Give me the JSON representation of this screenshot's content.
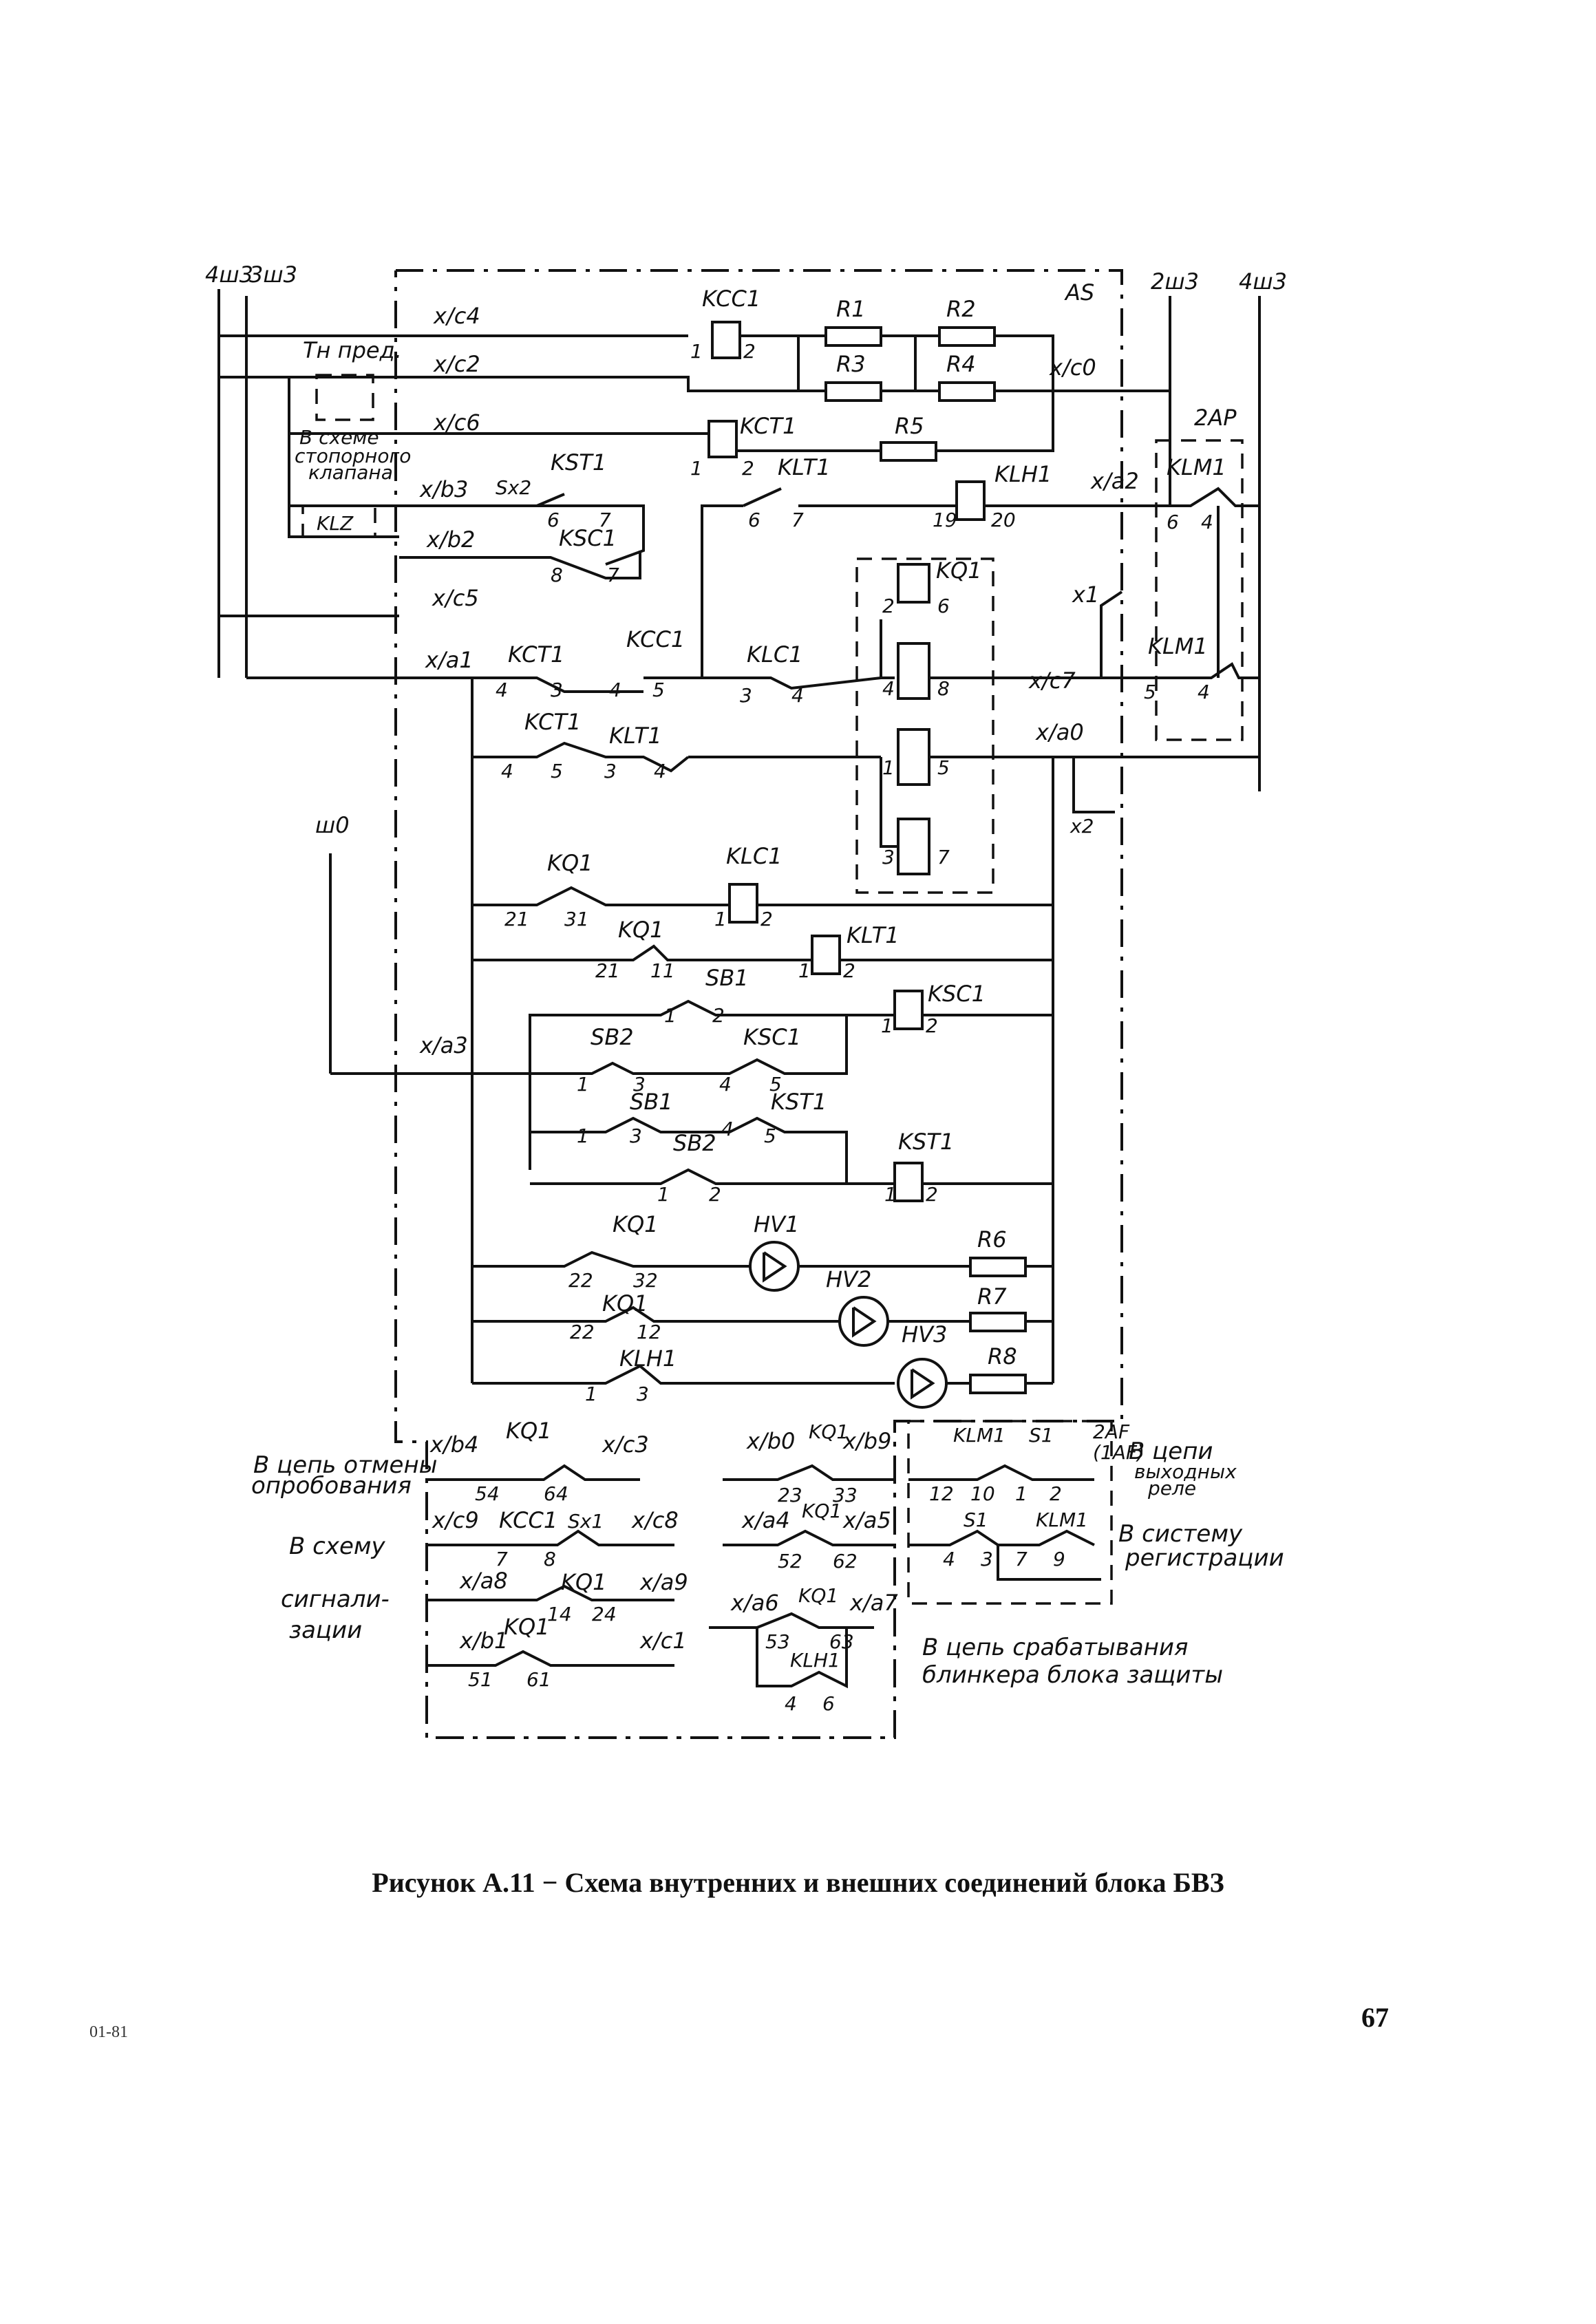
{
  "caption": "Рисунок А.11 − Схема внутренних и внешних соединений блока БВЗ",
  "page_number": "67",
  "doc_code": "01-81",
  "labels": {
    "4sh3_left": "4ш3",
    "3sh3": "3ш3",
    "2sh3": "2ш3",
    "4sh3_right": "4ш3",
    "sh0": "ш0",
    "AS": "AS",
    "2AP": "2АР",
    "2AF": "2АF",
    "1AF": "(1АF)",
    "th_pred": "Тн пред.",
    "v_skheme": "В схеме",
    "stopornogo": "стопорного",
    "klapana": "клапана",
    "KLZ": "KLZ",
    "xc4": "x/c4",
    "xc2": "x/c2",
    "xc6": "x/c6",
    "xb3": "x/b3",
    "sx2": "Sx2",
    "xb2": "x/b2",
    "xc5": "x/c5",
    "xa1": "x/a1",
    "xc0": "x/c0",
    "xa2": "x/a2",
    "x1": "x1",
    "xc7": "x/c7",
    "xa0": "x/a0",
    "x2": "x2",
    "xa3": "x/a3",
    "KCC1_coil": "KCC1",
    "R1": "R1",
    "R2": "R2",
    "R3": "R3",
    "R4": "R4",
    "R5": "R5",
    "R6": "R6",
    "R7": "R7",
    "R8": "R8",
    "KCT1_coil": "KCT1",
    "KST1_c": "KST1",
    "KLT1_c": "KLT1",
    "KLH1_coil": "KLH1",
    "KSC1_c": "KSC1",
    "KLM1_a": "KLM1",
    "KLM1_b": "KLM1",
    "KQ1_box": "KQ1",
    "KCT1_a": "KCT1",
    "KCC1_a": "KCC1",
    "KLC1_a": "KLC1",
    "KCT1_b": "KCT1",
    "KLT1_b": "KLT1",
    "KQ1_r1": "KQ1",
    "KLC1_coil": "KLC1",
    "KQ1_r2": "KQ1",
    "KLT1_coil": "KLT1",
    "SB1_a": "SB1",
    "KSC1_coil": "KSC1",
    "SB2_a": "SB2",
    "KSC1_b": "KSC1",
    "SB1_b": "SB1",
    "KST1_b": "KST1",
    "SB2_b": "SB2",
    "KST1_coil": "KST1",
    "KQ1_r3": "KQ1",
    "HV1": "HV1",
    "HV2": "HV2",
    "KQ1_r4": "KQ1",
    "HV3": "HV3",
    "KLH1_b": "KLH1",
    "n1": "1",
    "n2": "2",
    "n3": "1",
    "n4": "2",
    "n5": "6",
    "n6": "7",
    "n7": "6",
    "n8": "7",
    "n9": "19",
    "n10": "20",
    "n11": "8",
    "n12": "7",
    "n13": "6",
    "n14": "4",
    "q2": "2",
    "q6": "6",
    "q4": "4",
    "q8": "8",
    "q1": "1",
    "q5": "5",
    "q3": "3",
    "q7": "7",
    "a4": "4",
    "a3": "3",
    "a4b": "4",
    "a5": "5",
    "a3c": "3",
    "a4c": "4",
    "a5b": "5",
    "a4d": "4",
    "b4": "4",
    "b5": "5",
    "b3": "3",
    "b4b": "4",
    "r21": "21",
    "r31": "31",
    "r1": "1",
    "r2": "2",
    "r21b": "21",
    "r11": "11",
    "r1b": "1",
    "r2b": "2",
    "s1": "1",
    "s2": "2",
    "s1b": "1",
    "s2b": "2",
    "s1c": "1",
    "s3": "3",
    "s4": "4",
    "s5": "5",
    "s1d": "1",
    "s3b": "3",
    "s4b": "4",
    "s5b": "5",
    "s1e": "1",
    "s2c": "2",
    "s1f": "1",
    "s2d": "2",
    "h22": "22",
    "h32": "32",
    "h22b": "22",
    "h12": "12",
    "h1": "1",
    "h3": "3",
    "note_otmena_1": "В цепь отмены",
    "note_otmena_2": "опробования",
    "note_vskhemu": "В схему",
    "note_signal_1": "сигнали-",
    "note_signal_2": "зации",
    "note_vyhod_1": "В цепи",
    "note_vyhod_2": "выходных",
    "note_vyhod_3": "реле",
    "note_reg_1": "В систему",
    "note_reg_2": "регистрации",
    "note_blinker_1": "В цепь срабатывания",
    "note_blinker_2": "блинкера блока защиты",
    "b_xb4": "x/b4",
    "b_kq1a": "KQ1",
    "b_xc3": "x/c3",
    "b_54": "54",
    "b_64": "64",
    "b_xc9": "x/c9",
    "b_kcc1": "KCC1",
    "b_sx1": "Sx1",
    "b_xc8": "x/c8",
    "b_7": "7",
    "b_8": "8",
    "b_xa8": "x/a8",
    "b_kq1b": "KQ1",
    "b_xa9": "x/a9",
    "b_14": "14",
    "b_24": "24",
    "b_xb1": "x/b1",
    "b_kq1c": "KQ1",
    "b_xc1": "x/c1",
    "b_51": "51",
    "b_61": "61",
    "b_xb0": "x/b0",
    "b_kq1d": "KQ1",
    "b_xb9": "x/b9",
    "b_23": "23",
    "b_33": "33",
    "b_xa4": "x/a4",
    "b_kq1e": "KQ1",
    "b_xa5": "x/a5",
    "b_52": "52",
    "b_62": "62",
    "b_xa6": "x/a6",
    "b_kq1f": "KQ1",
    "b_xa7": "x/a7",
    "b_53": "53",
    "b_63": "63",
    "b_klh1": "KLH1",
    "b_4": "4",
    "b_6": "6",
    "b_klm1a": "KLM1",
    "b_s1a": "S1",
    "b_12": "12",
    "b_10": "10",
    "b_1": "1",
    "b_2": "2",
    "b_s1b": "S1",
    "b_klm1b": "KLM1",
    "b_4b": "4",
    "b_3": "3",
    "b_7b": "7",
    "b_9": "9"
  }
}
